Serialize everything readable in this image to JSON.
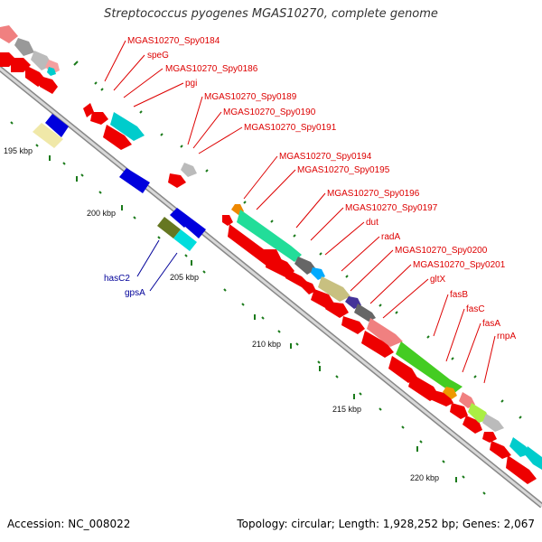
{
  "title": "Streptococcus pyogenes MGAS10270, complete genome",
  "footer": {
    "accession": "Accession: NC_008022",
    "topology": "Topology: circular; Length: 1,928,252 bp; Genes: 2,067"
  },
  "kbp_labels": [
    "195 kbp",
    "200 kbp",
    "205 kbp",
    "210 kbp",
    "215 kbp",
    "220 kbp"
  ],
  "red_gene_labels": [
    "MGAS10270_Spy0184",
    "speG",
    "MGAS10270_Spy0186",
    "pgi",
    "MGAS10270_Spy0189",
    "MGAS10270_Spy0190",
    "MGAS10270_Spy0191",
    "MGAS10270_Spy0194",
    "MGAS10270_Spy0195",
    "MGAS10270_Spy0196",
    "MGAS10270_Spy0197",
    "dut",
    "radA",
    "MGAS10270_Spy0200",
    "MGAS10270_Spy0201",
    "gltX",
    "fasB",
    "fasC",
    "fasA",
    "rnpA"
  ],
  "blue_gene_labels": [
    "hasC2",
    "gpsA"
  ],
  "colors": {
    "forward_gene": "#ee0000",
    "reverse_gene": "#0000dd",
    "label_red": "#dd0000",
    "label_blue": "#000099",
    "tick_green": "#006600",
    "backbone": "#bbbbbb"
  }
}
